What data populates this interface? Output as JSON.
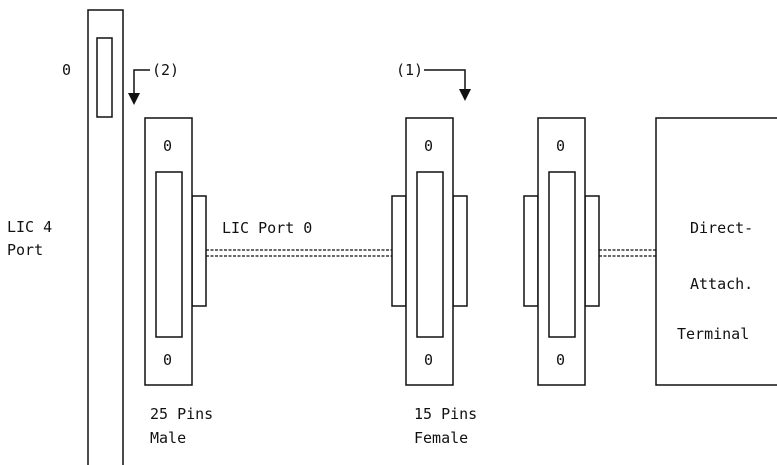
{
  "labels": {
    "card_slot_marker": "0",
    "callout_2": "(2)",
    "callout_1": "(1)",
    "lic_port_label": "LIC 4\nPort",
    "cable_label": "LIC Port 0",
    "connector_25_top": "0",
    "connector_25_bottom": "0",
    "connector_15_top": "0",
    "connector_15_bottom": "0",
    "connector_term_top": "0",
    "connector_term_bottom": "0",
    "connector_25_caption": "25 Pins\nMale",
    "connector_15_caption": "15 Pins\nFemale",
    "terminal_line1": "Direct-",
    "terminal_line2": "Attach.",
    "terminal_line3": "Terminal"
  }
}
